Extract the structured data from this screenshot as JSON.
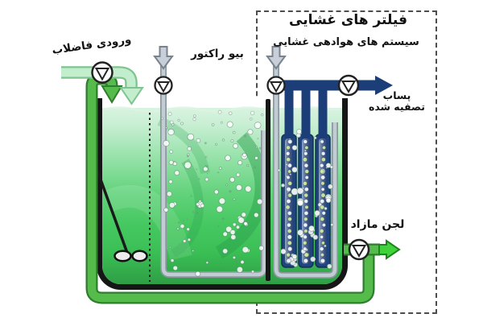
{
  "diagram": {
    "labels": {
      "membrane_filters": "فیلتر های غشایی",
      "membrane_aeration": "سیستم های هوادهی غشایی",
      "inlet": "ورودی فاضلاب",
      "bioreactor": "بیو راکتور",
      "effluent_line1": "پساب",
      "effluent_line2": "تصفیه شده",
      "excess_sludge": "لجن مازاد"
    },
    "icons": {
      "pump_icon": "circle-with-down-triangle",
      "gray_down_arrow_icon": "outlined-down-arrow",
      "effluent_arrow_icon": "solid-right-arrow",
      "sludge_arrow_icon": "outlined-right-arrow",
      "mixer_icon": "diagonal-shaft-with-paddles",
      "membrane_module_icon": "vertical-tube-with-bubbles"
    },
    "colors": {
      "pipe_green": "#55bb4b",
      "pipe_green_outline": "#2f7d2e",
      "inlet_pale_green": "#c3eecd",
      "inlet_pale_outline": "#7fc48f",
      "effluent_blue": "#1c3e78",
      "water_green": "#3cc553",
      "gray_pipe": "#c2ccd3",
      "gray_pipe_outline": "#8b969e",
      "sludge_arrow_green": "#3fd23b",
      "tank_outline": "#161616"
    }
  }
}
